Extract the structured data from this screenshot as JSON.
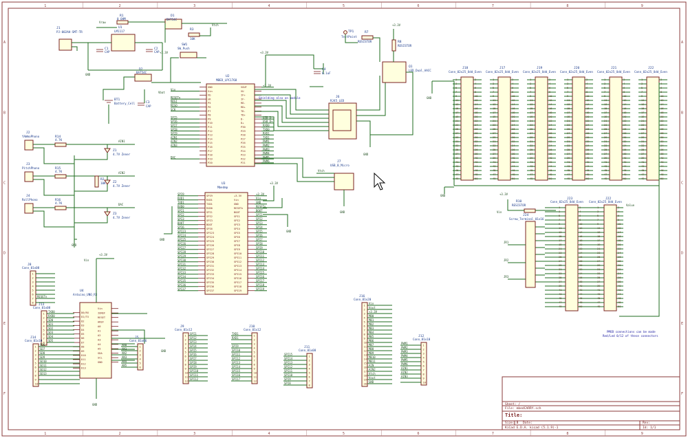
{
  "edge_columns": [
    "1",
    "2",
    "3",
    "4",
    "5",
    "6",
    "7",
    "8",
    "9"
  ],
  "edge_rows": [
    "A",
    "B",
    "C",
    "D",
    "E",
    "F"
  ],
  "top_section": {
    "power_jack": {
      "ref": "J1",
      "value": "PJ-002AH-SMT-TR"
    },
    "regulator": {
      "ref": "U1",
      "value": "LM1117"
    },
    "d1": {
      "ref": "D1",
      "value": "BAT54C"
    },
    "d2": {
      "ref": "D2",
      "value": "BAT54C"
    },
    "r_top": {
      "ref": "R1",
      "value": "0 OHM"
    },
    "c1": {
      "ref": "C1",
      "value": "CAP"
    },
    "c2": {
      "ref": "C2",
      "value": "CAP"
    },
    "sw1": {
      "ref": "SW1",
      "value": "SW_Push"
    },
    "r3": {
      "ref": "R3",
      "value": "10K"
    },
    "bt1": {
      "ref": "BT1",
      "value": "Battery_Cell"
    },
    "c3": {
      "ref": "C3",
      "value": "CAP"
    },
    "vrail_in": "Vraw",
    "vrail_out": "Vtch",
    "v33": "+3.3V",
    "gnd": "GND",
    "vbat": "Vbat"
  },
  "mcu": {
    "ref": "U2",
    "value": "MBED_LPC1768",
    "left_pins": [
      "GND",
      "Vin",
      "Vb",
      "nR",
      "P5",
      "P6",
      "P7",
      "P8",
      "P9",
      "P10",
      "P11",
      "P12",
      "P13",
      "P14",
      "P15",
      "P16",
      "P17",
      "P18",
      "P19",
      "P20"
    ],
    "right_pins": [
      "VOUT",
      "VU",
      "IF+",
      "IF-",
      "RD-",
      "RD+",
      "TD-",
      "TD+",
      "D-",
      "D+",
      "P30",
      "P29",
      "P28",
      "P27",
      "P26",
      "P25",
      "P24",
      "P23",
      "P22",
      "P21"
    ],
    "left_nets": [
      "",
      "Vin",
      "",
      "RESETn",
      "MOSI",
      "MISO",
      "SCK",
      "",
      "SPI5",
      "SPI6",
      "SPI7",
      "SPI8",
      "SPI9",
      "AIN1",
      "AIN2",
      "AIN3",
      "",
      "",
      "DAC",
      ""
    ],
    "right_nets": [
      "+3.3V",
      "",
      "",
      "",
      "",
      "",
      "",
      "",
      "USB_D-",
      "USB_D+",
      "RXD0",
      "TXD0",
      "RXD1",
      "TXD1",
      "PWM1",
      "PWM2",
      "PWM3",
      "PWM4",
      "PWM5",
      "PWM6"
    ],
    "note": "Shielding also on module"
  },
  "rj45": {
    "ref": "J6",
    "value": "RJ45_LED"
  },
  "usb": {
    "ref": "J7",
    "value": "USB_B_Micro"
  },
  "tp1": {
    "ref": "TP1",
    "value": "TestPoint"
  },
  "r7": {
    "ref": "R7",
    "value": "RESISTOR"
  },
  "q1": {
    "ref": "Q1",
    "value": "LED_Dual_AACC"
  },
  "r8": {
    "ref": "R8",
    "value": "RESISTOR"
  },
  "c4": {
    "ref": "C4",
    "value": "0.1uF"
  },
  "analog_inputs": [
    {
      "ref": "J2",
      "value": "YAWmoPhono",
      "r": "R14",
      "rv": "4.7K",
      "net": "AIN1",
      "z": "Z1",
      "zv": "4.7V Zener"
    },
    {
      "ref": "J3",
      "value": "PitchPhono",
      "r": "R15",
      "rv": "4.7K",
      "net": "AIN2",
      "z": "Z2",
      "zv": "4.7V Zener"
    },
    {
      "ref": "J4",
      "value": "RollPhono",
      "r": "R16",
      "rv": "4.7K",
      "net": "DAC",
      "z": "Z3",
      "zv": "4.7V Zener"
    }
  ],
  "pot": {
    "ref": "R2",
    "value": "10K"
  },
  "mbedmp": {
    "ref": "U3",
    "value": "Mbedmp",
    "left_pins": [
      "SPI9",
      "RXD1",
      "TXD1",
      "RXD0",
      "SPI1",
      "SPI2",
      "SPI3",
      "BOOT",
      "SPI6",
      "SPI23",
      "SPI24",
      "SPI25",
      "SPI26",
      "SPI27",
      "SPI28",
      "SPI29",
      "SPI30",
      "SPI31",
      "SPI32",
      "SPI33",
      "SPI34",
      "SPI35",
      "SPI36",
      "SPI37"
    ],
    "right_pins": [
      "+3.3V",
      "Vin",
      "GND",
      "RESETn",
      "BOOT",
      "SPI1",
      "SPI2",
      "SPI3",
      "SPI4",
      "SPI5",
      "SPI6",
      "SPI7",
      "SPI8",
      "SPI9",
      "SPI10",
      "SPI11",
      "SPI12",
      "SPI13",
      "SPI14",
      "SPI15",
      "SPI16",
      "SPI17",
      "SPI18",
      "SPI19"
    ]
  },
  "arduino": {
    "ref": "U4",
    "value": "Arduino_UNO_R3",
    "left_pins": [
      "D0/RX",
      "D1/TX",
      "D2",
      "D3",
      "D4",
      "D5",
      "D6",
      "D7",
      "D8",
      "D9",
      "D10",
      "D11",
      "D12",
      "D13"
    ],
    "right_pins": [
      "Vin",
      "IOREF",
      "RESET",
      "AREF",
      "A0",
      "A1",
      "A2",
      "A3",
      "A4",
      "A5",
      "SDA",
      "SCL",
      "GND"
    ]
  },
  "conn_8": {
    "ref": "J8",
    "value": "Conn_01x08",
    "nets": [
      "",
      "",
      "",
      "",
      "",
      "",
      "RESETn",
      ""
    ]
  },
  "conn_j13": {
    "ref": "J13",
    "value": "Conn_01x08",
    "nets": [
      "TXD0",
      "RXD0",
      "SD0",
      "SD1",
      "SD2",
      "SD3",
      "SD4",
      "SD5"
    ]
  },
  "conn_j14": {
    "ref": "J14",
    "value": "Conn_01x10",
    "nets": [
      "SD6",
      "SD7",
      "SD8",
      "SD9",
      "SD10",
      "SD11",
      "SD12",
      "SD13",
      "",
      ""
    ]
  },
  "conn_j15": {
    "ref": "J5",
    "value": "Conn_01x06",
    "nets": [
      "AN0",
      "AN1",
      "AN2",
      "AN3",
      "AN4",
      "AN5"
    ]
  },
  "conn_j9": {
    "ref": "J9",
    "value": "Conn_01x12",
    "nets": [
      "SPI1",
      "SPI2",
      "SPI3",
      "SPI4",
      "SPI5",
      "SPI6",
      "SPI7",
      "SPI8",
      "SPI9",
      "SPI10",
      "SPI11",
      "SPI12"
    ]
  },
  "conn_j10": {
    "ref": "J10",
    "value": "Conn_01x12",
    "nets": [
      "TXD1",
      "RXD1",
      "",
      "SPI9",
      "SPI10",
      "SPI11",
      "SPI12",
      "SPI13",
      "SPI14",
      "SPI15",
      "SPI16",
      "SPI17"
    ]
  },
  "conn_j11": {
    "ref": "J11",
    "value": "Conn_01x08",
    "nets": [
      "SPI15",
      "SPI14",
      "SPI13",
      "SPI12",
      "SPI11",
      "SPI10",
      "SPI9",
      "SPI8"
    ]
  },
  "conn_j12": {
    "ref": "J12",
    "value": "Conn_01x10",
    "nets": [
      "PWM1",
      "PWM2",
      "PWM3",
      "PWM4",
      "PWM5",
      "PWM6",
      "AIN1",
      "AIN2",
      "AIN3",
      ""
    ]
  },
  "conn_j16": {
    "ref": "J16",
    "value": "Conn_01x20",
    "nets": [
      "Vin",
      "Vout",
      "+3.3V",
      "MB0",
      "MB1",
      "MB2",
      "MB3",
      "MB4",
      "MB5",
      "MB6",
      "MB7",
      "MB8",
      "MB9",
      "MB10",
      "MB11",
      "AIN",
      "AIN2",
      "Vtch",
      "Vout",
      "GND"
    ]
  },
  "big_headers": [
    {
      "ref": "J18",
      "value": "Conn_02x25_Odd_Even"
    },
    {
      "ref": "J17",
      "value": "Conn_02x25_Odd_Even"
    },
    {
      "ref": "J19",
      "value": "Conn_02x25_Odd_Even"
    },
    {
      "ref": "J20",
      "value": "Conn_02x25_Odd_Even"
    },
    {
      "ref": "J21",
      "value": "Conn_02x25_Odd_Even"
    },
    {
      "ref": "J22",
      "value": "Conn_02x25_Odd_Even"
    }
  ],
  "lower_headers": [
    {
      "ref": "J23",
      "value": "Conn_02x25_Odd_Even"
    },
    {
      "ref": "J22",
      "value": "Conn_02x25_Odd_Even"
    }
  ],
  "screw": {
    "ref": "J24",
    "value": "Screw_Terminal_01x16"
  },
  "r10": {
    "ref": "R10",
    "value": "RESISTOR"
  },
  "lower_nets": [
    "JR1",
    "JR2",
    "JR3",
    "Vin",
    "Value"
  ],
  "pmod_note": [
    "PMOD connections can be made",
    "Red/Led 0/12 of these connectors"
  ],
  "title_block": {
    "sheet_label": "Sheet: /",
    "file_label": "File: mbedCARRY.sch",
    "title_label": "Title:",
    "size_label": "Size: B",
    "date_label": "Date:",
    "rev_label": "Rev:",
    "kicad_label": "KiCad E.D.A.  kicad (5.1.9)-1",
    "id_label": "Id: 1/1"
  },
  "colors": {
    "frame": "#8a3a3a",
    "wire": "#1e6b1e",
    "component": "#7a2020",
    "fill": "#ffffde",
    "label": "#1a3a8a"
  }
}
